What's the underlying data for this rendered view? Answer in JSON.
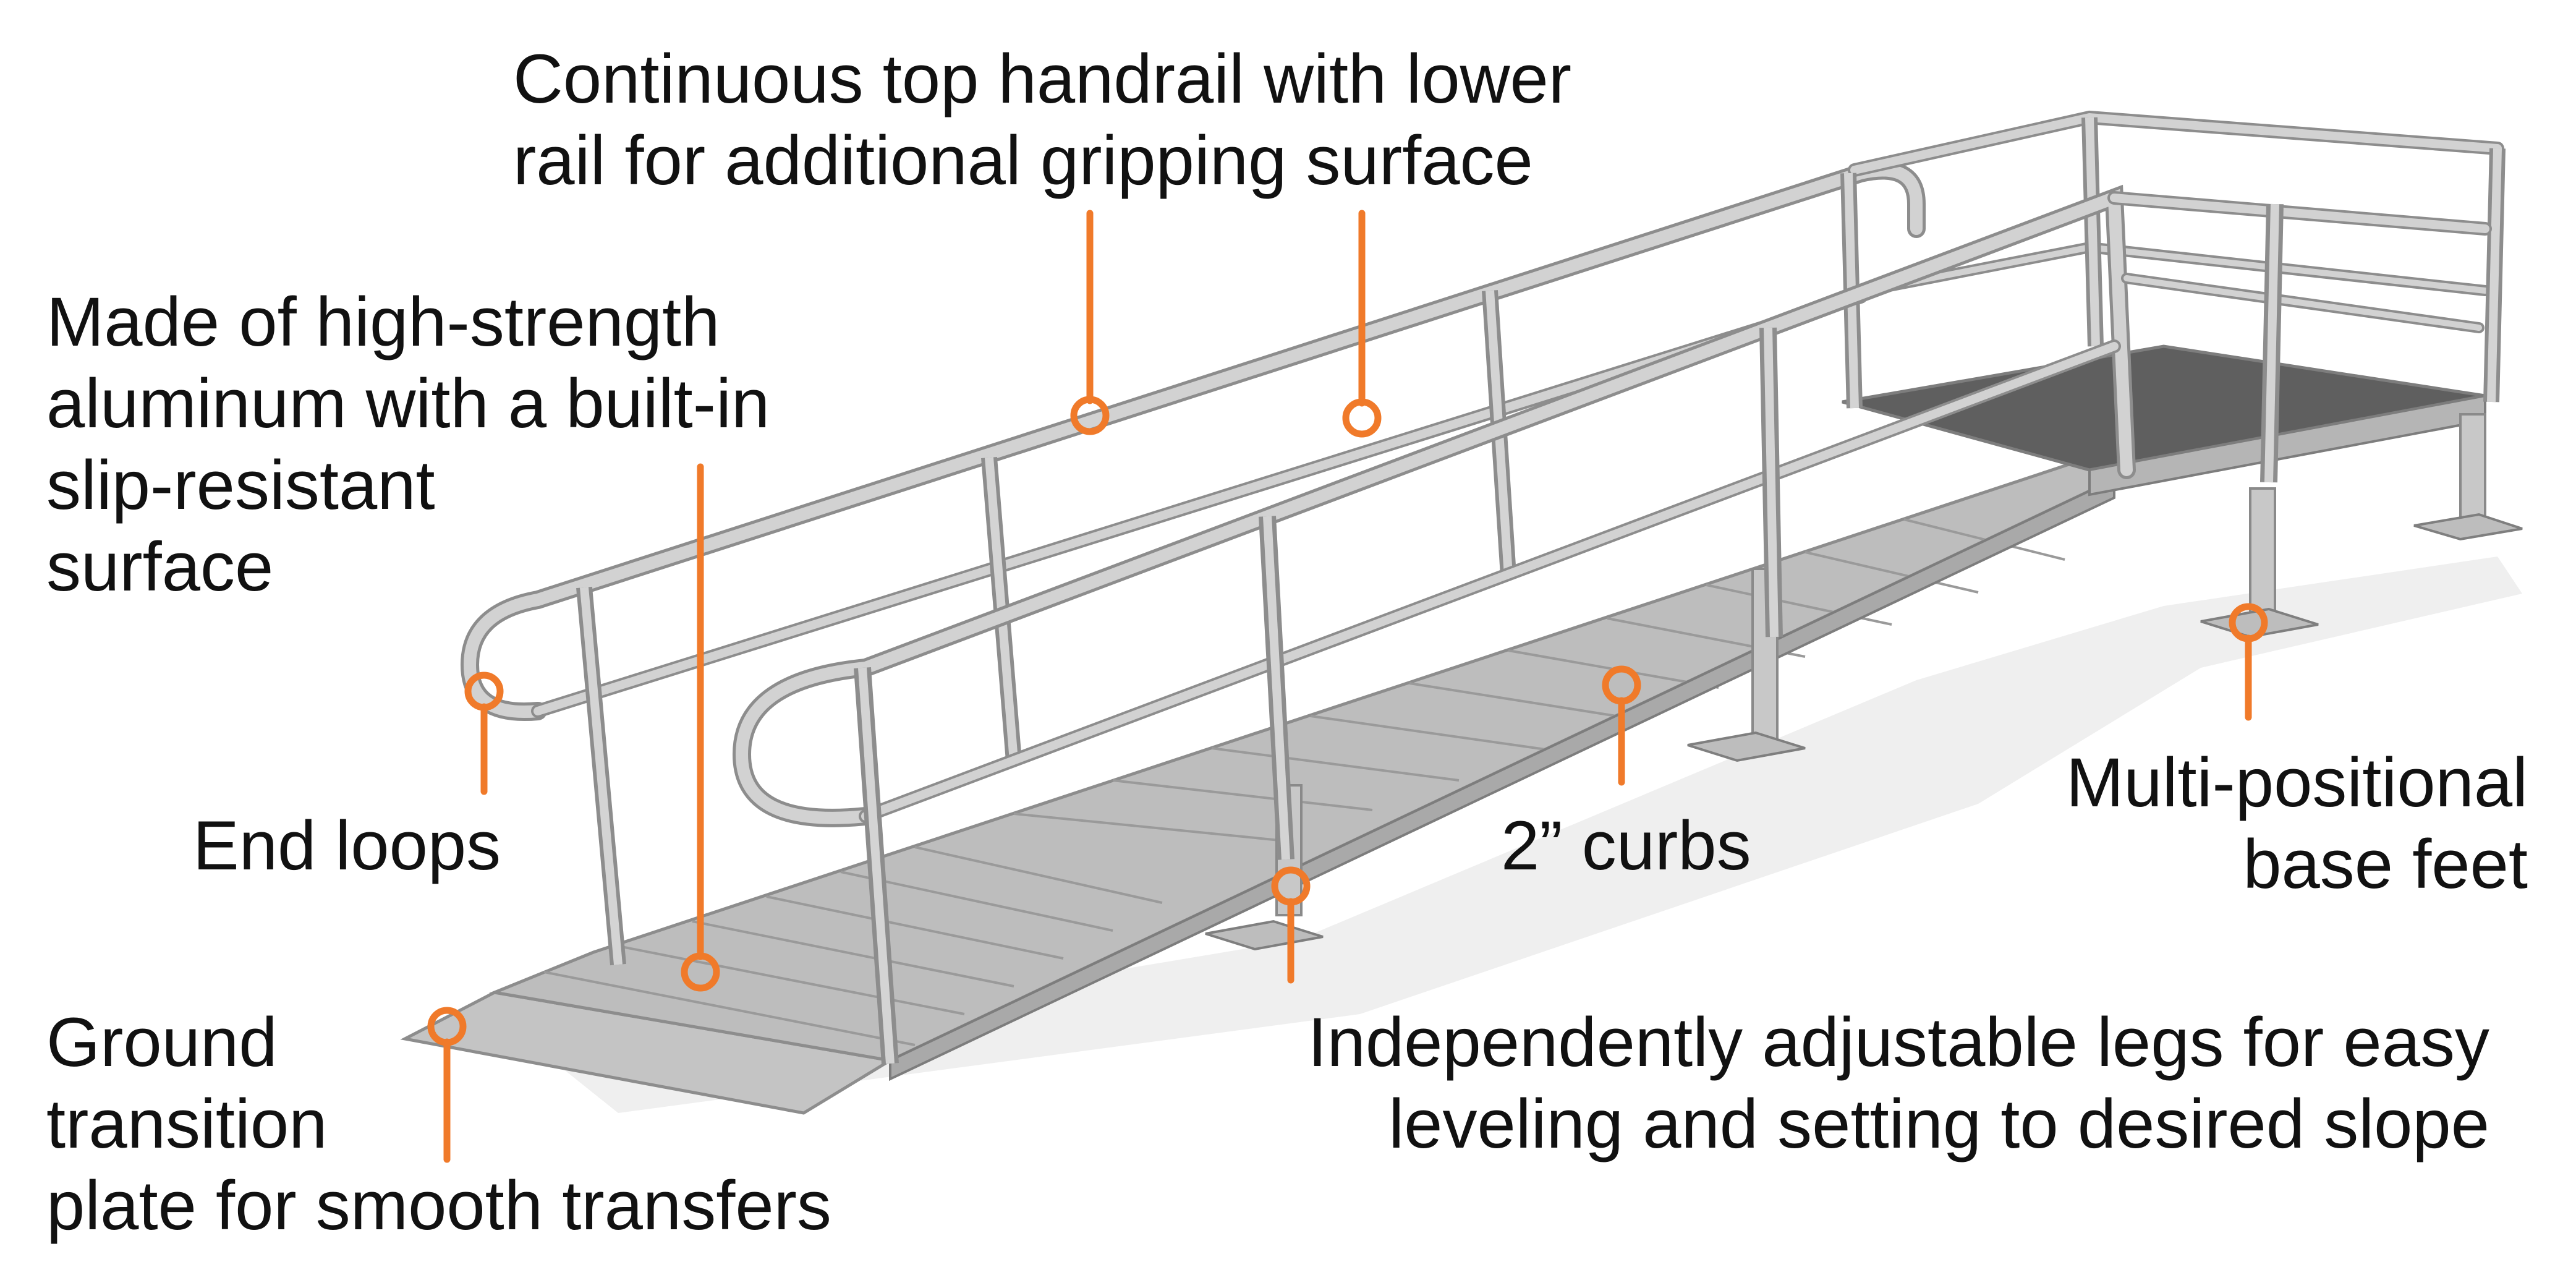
{
  "colors": {
    "callout": "#f07a2a",
    "rail": "#c9c9c9",
    "rail_edge": "#8d8d8d",
    "deck": "#b8b8b8",
    "platform_surface": "#5a5a5a",
    "shadow": "#e8e8e8",
    "text": "#111111"
  },
  "callouts": {
    "handrail": {
      "lines": [
        "Continuous top handrail with lower",
        "rail for additional gripping surface"
      ]
    },
    "aluminum": {
      "lines": [
        "Made of high-strength",
        "aluminum with a built-in",
        "slip-resistant",
        "surface"
      ]
    },
    "end_loops": {
      "lines": [
        "End loops"
      ]
    },
    "curbs": {
      "lines": [
        "2” curbs"
      ]
    },
    "base_feet": {
      "lines": [
        "Multi-positional",
        "base feet"
      ]
    },
    "ground_plate": {
      "lines": [
        "Ground",
        "transition",
        "plate for smooth transfers"
      ]
    },
    "legs": {
      "lines": [
        "Independently adjustable legs for easy",
        "leveling and setting to desired slope"
      ]
    }
  }
}
